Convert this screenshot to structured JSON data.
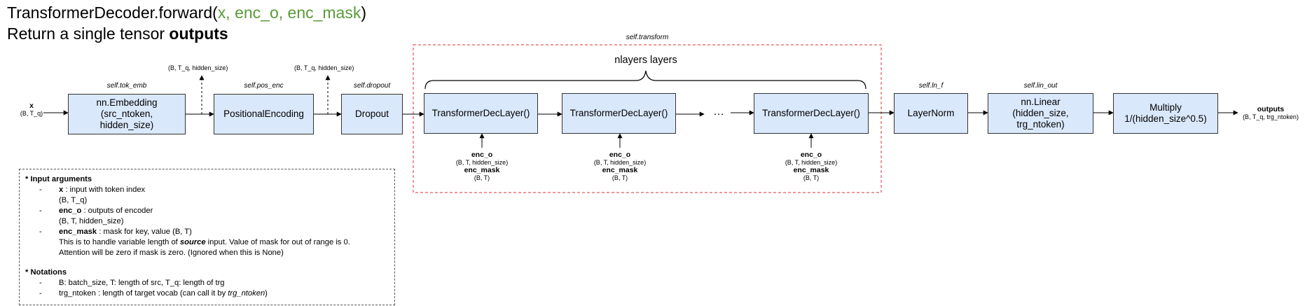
{
  "title": {
    "fn": "TransformerDecoder.forward(",
    "args": "x, enc_o, enc_mask",
    "close": ")",
    "return_prefix": "Return a single tensor ",
    "return_bold": "outputs"
  },
  "input": {
    "name": "x",
    "shape": "(B, T_q)"
  },
  "output": {
    "name": "outputs",
    "shape": "(B, T_q, trg_ntoken)"
  },
  "blocks": {
    "tok_emb": {
      "owner": "self.tok_emb",
      "label": "nn.Embedding\n(src_ntoken,\nhidden_size)"
    },
    "pos_enc": {
      "owner": "self.pos_enc",
      "label": "PositionalEncoding"
    },
    "dropout": {
      "owner": "self.dropout",
      "label": "Dropout"
    },
    "ln_f": {
      "owner": "self.ln_f",
      "label": "LayerNorm"
    },
    "lin_out": {
      "owner": "self.lin_out",
      "label": "nn.Linear\n(hidden_size,\ntrg_ntoken)"
    },
    "multiply": {
      "label": "Multiply\n1/(hidden_size^0.5)"
    }
  },
  "taps": [
    "(B, T_q, hidden_size)",
    "(B, T_q, hidden_size)"
  ],
  "transform": {
    "owner": "self.transform",
    "group_label": "nlayers layers",
    "ellipsis": "…",
    "layers": [
      "TransformerDecLayer()",
      "TransformerDecLayer()",
      "TransformerDecLayer()"
    ],
    "enc_inputs": {
      "enc_o": "enc_o",
      "enc_o_shape": "(B, T, hidden_size)",
      "enc_mask": "enc_mask",
      "enc_mask_shape": "(B, T)"
    }
  },
  "notes": {
    "input_head": "* Input arguments",
    "x_name": "x",
    "x_desc": " : input with token index",
    "x_shape": "(B, T_q)",
    "enc_o_name": "enc_o",
    "enc_o_desc": " : outputs of encoder",
    "enc_o_shape": "(B, T, hidden_size)",
    "enc_mask_name": "enc_mask",
    "enc_mask_desc": " : mask for key, value (B, T)",
    "enc_mask_line2a": "This is to handle variable length of ",
    "enc_mask_line2b": "source",
    "enc_mask_line2c": " input. Value of mask for out of range is 0.",
    "enc_mask_line3": "Attention will be zero if mask is zero.  (Ignored when this is None)",
    "notation_head": "* Notations",
    "notation1": "B: batch_size,  T: length of src, T_q: length of trg",
    "notation2a": "trg_ntoken : length of target vocab (can call it by ",
    "notation2b": "trg_ntoken",
    "notation2c": ")",
    "dash": "-"
  },
  "colors": {
    "box_fill": "#dae8fc",
    "box_border": "#333333",
    "transform_border": "#e03030",
    "args_text": "#5a9a3a"
  }
}
